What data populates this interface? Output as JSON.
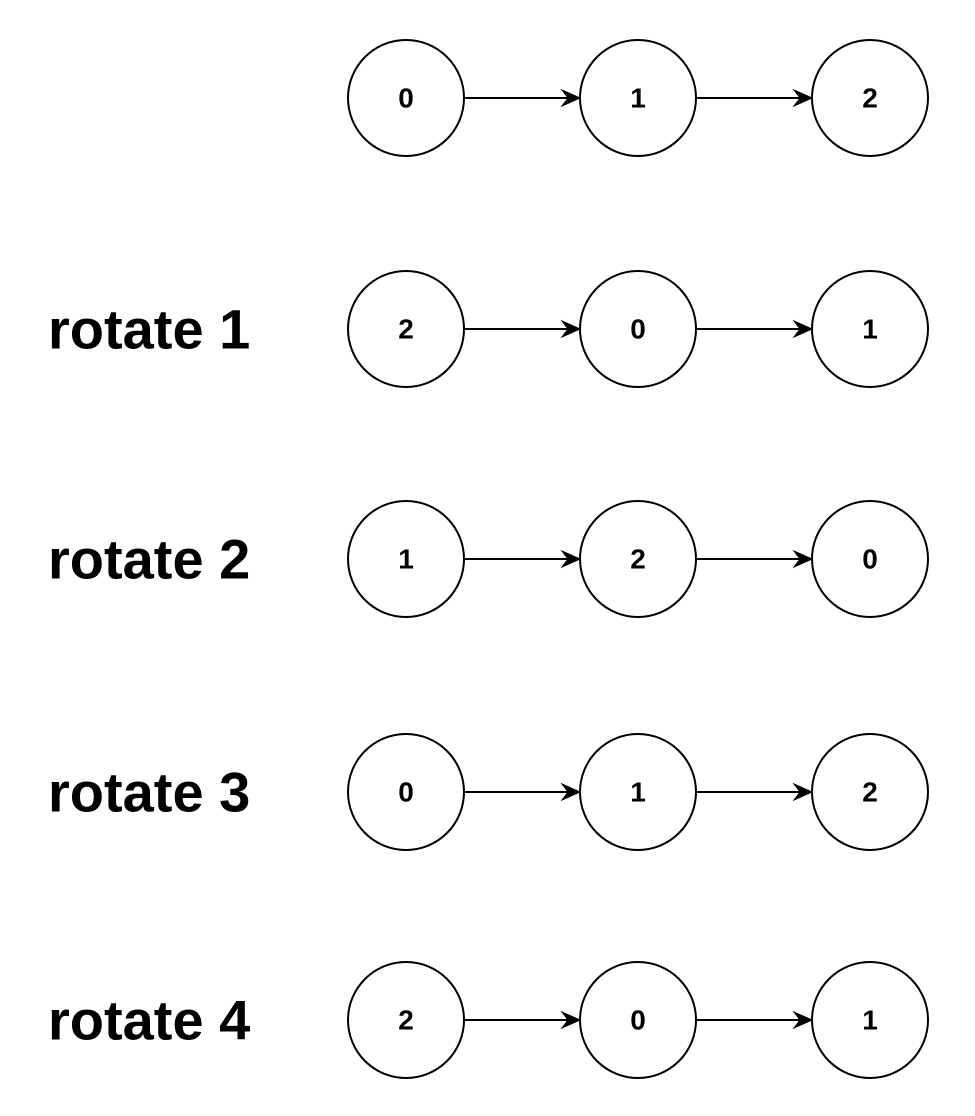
{
  "rows": [
    {
      "label": "",
      "nodes": [
        "0",
        "1",
        "2"
      ]
    },
    {
      "label": "rotate 1",
      "nodes": [
        "2",
        "0",
        "1"
      ]
    },
    {
      "label": "rotate 2",
      "nodes": [
        "1",
        "2",
        "0"
      ]
    },
    {
      "label": "rotate 3",
      "nodes": [
        "0",
        "1",
        "2"
      ]
    },
    {
      "label": "rotate 4",
      "nodes": [
        "2",
        "0",
        "1"
      ]
    }
  ],
  "colors": {
    "stroke": "#000000",
    "fill": "#ffffff",
    "text": "#000000"
  }
}
